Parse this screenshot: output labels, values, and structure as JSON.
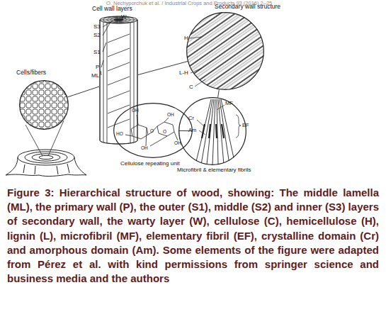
{
  "diagram": {
    "caption": "Figure 3: Hierarchical structure of wood, showing: The middle lamella (ML), the primary wall (P), the outer (S1), middle (S2) and inner (S3) layers of secondary wall, the warty layer (W), cellulose (C), hemicellulose (H), lignin (L), microfibril (MF), elementary fibril (EF), crystalline domain (Cr) and amorphous domain (Am). Some elements of the figure were adapted from Pérez et al. with kind permissions from springer science and business media and the authors",
    "nodes": [
      {
        "text": [
          "Cells/fibers"
        ]
      },
      {
        "text": [
          "Cell wall layers"
        ]
      },
      {
        "text": [
          "Secondary wall structure"
        ]
      },
      {
        "text": [
          "Microfibril & elementary fibrils"
        ]
      },
      {
        "text": [
          "Cellulose repeating unit"
        ]
      }
    ],
    "edges": [
      {
        "from": 0,
        "to": 1,
        "arrow": "none"
      },
      {
        "from": 1,
        "to": 2,
        "arrow": "none"
      },
      {
        "from": 2,
        "to": 3,
        "arrow": "none"
      },
      {
        "from": 3,
        "to": 4,
        "arrow": "none"
      }
    ],
    "labels": [
      "O. Nechyporchuk et al. / Industrial Crops and Products 93 (2016) 2–25",
      "W",
      "S3",
      "S2",
      "S1",
      "P",
      "ML",
      "H",
      "L-H",
      "C",
      "MF",
      "Cr",
      "Am",
      "EF",
      "OH",
      "HO",
      "O",
      "OH",
      "O",
      "OH",
      "OH"
    ]
  }
}
